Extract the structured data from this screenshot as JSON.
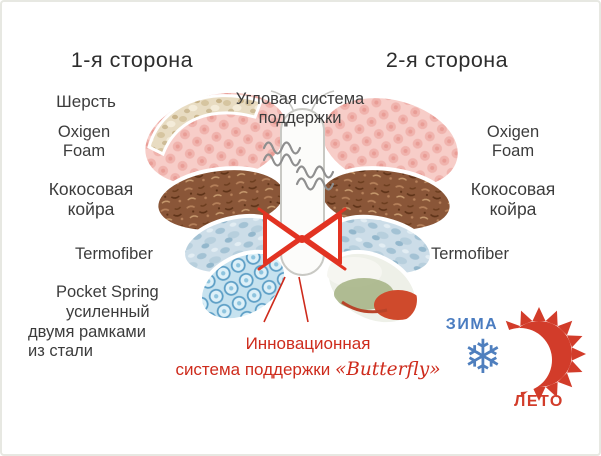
{
  "headings": {
    "side1": "1-я сторона",
    "side2": "2-я сторона"
  },
  "labels": {
    "wool": "Шерсть",
    "oxigen_left": [
      "Oxigen",
      "Foam"
    ],
    "coir_left": [
      "Кокосовая",
      "койра"
    ],
    "termofiber_left": "Termofiber",
    "pocket_spring": [
      "Pocket Spring",
      "усиленный",
      "двумя рамками",
      "из стали"
    ],
    "corner_system": [
      "Угловая система",
      "поддержки"
    ],
    "oxigen_right": [
      "Oxigen",
      "Foam"
    ],
    "coir_right": [
      "Кокосовая",
      "койра"
    ],
    "termofiber_right": "Termofiber"
  },
  "caption": {
    "line1": "Инновационная",
    "line2": "система поддержки",
    "brand": "«Butterfly»"
  },
  "season": {
    "winter": "ЗИМА",
    "summer": "ЛЕТО"
  },
  "icons": {
    "snowflake": "❄"
  },
  "colors": {
    "accent_red": "#ce2b1c",
    "winter_blue": "#4a7cc0",
    "summer_red": "#d23c2a",
    "text": "#3c3c3c"
  }
}
